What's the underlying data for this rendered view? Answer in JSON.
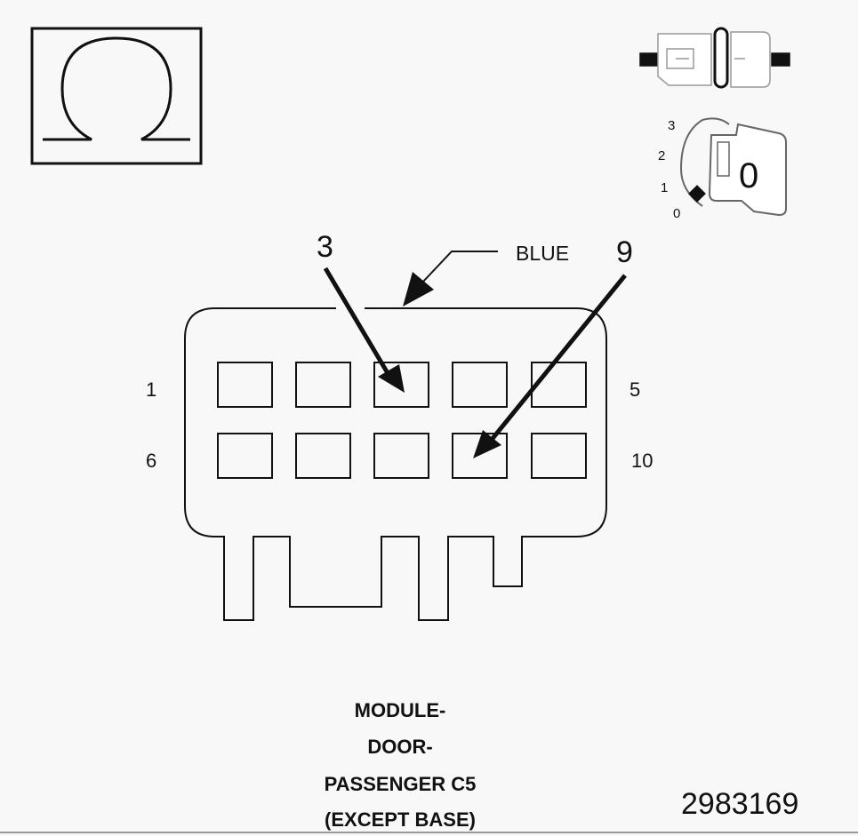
{
  "legend": {
    "resistance_symbol": "Ω",
    "ignition_key_positions": [
      "3",
      "2",
      "1",
      "0"
    ],
    "ignition_key_setting": "0"
  },
  "connector": {
    "color_label": "BLUE",
    "callouts": [
      "3",
      "9"
    ],
    "pin_labels": {
      "top_left": "1",
      "top_right": "5",
      "bottom_left": "6",
      "bottom_right": "10"
    }
  },
  "caption": {
    "line1": "MODULE-",
    "line2": "DOOR-",
    "line3": "PASSENGER C5",
    "line4": "(EXCEPT BASE)"
  },
  "figure_id": "2983169"
}
